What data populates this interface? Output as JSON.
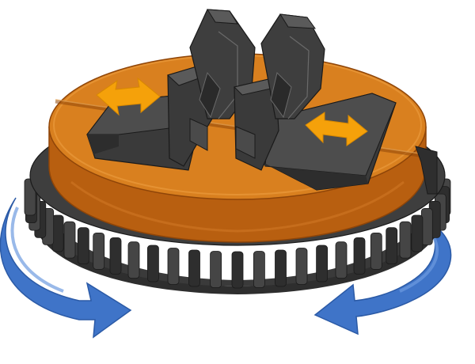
{
  "figure": {
    "subject": "rotary-vise-fixture",
    "colors": {
      "background": "#ffffff",
      "platter_top": "#d9801f",
      "platter_top_light": "#e99a3c",
      "platter_side": "#b85f10",
      "platter_side_dark": "#8f4508",
      "base_dark": "#2e2e2e",
      "base_mid": "#454545",
      "base_light": "#5a5a5a",
      "jaw_top": "#4d4d4d",
      "jaw_face": "#3a3a3a",
      "jaw_edge": "#6a6a6a",
      "slide_arrow": "#f5a10a",
      "rotate_arrow": "#3f74c8",
      "rotate_arrow_light": "#6d9be0",
      "outline": "#1a1a1a"
    },
    "icons": {
      "jaw_motion_arrows": "double-headed-arrow",
      "rotation_arrows": "curved-arrow"
    }
  }
}
